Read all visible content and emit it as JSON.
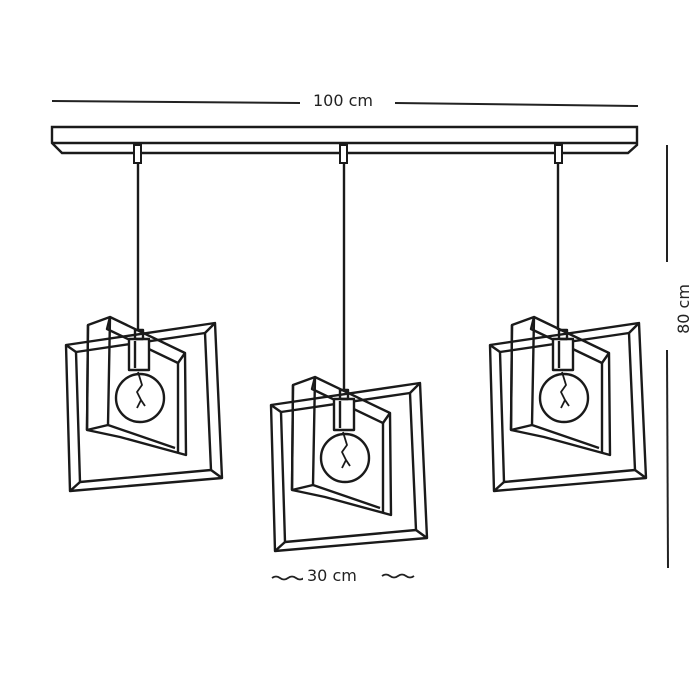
{
  "dimensions": {
    "width_total": "100 cm",
    "height_total": "80 cm",
    "shade_width": "30 cm"
  },
  "line_color": "#1a1a1a"
}
